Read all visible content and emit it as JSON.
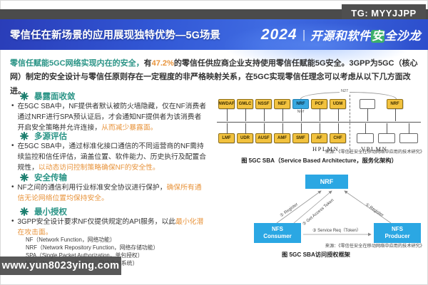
{
  "badge": {
    "label": "TG: MYYJJPP"
  },
  "header": {
    "title": "零信任在新场景的应用展现独特优势—5G场景",
    "logo": {
      "year": "2024",
      "divider": "|",
      "part1": "开源和软件",
      "part2": "安",
      "part3": "全沙龙"
    },
    "accent_green": "#3cb06a",
    "bar_blue": "#3156d4"
  },
  "intro": {
    "lead": "零信任赋能5GC网络实现内在的安全，",
    "mid": "有",
    "stat": "47.2%",
    "rest": "的零信任供应商企业支持使用零信任赋能5G安全。3GPP为5GC（核心网）制定的安全设计与零信任原则存在一定程度的非严格映射关系，在5GC实现零信任理念可以考虑从以下几方面改进。"
  },
  "sections": [
    {
      "icon": "asterisk-star-icon",
      "title": "暴露面收敛",
      "body": "在5GC SBA中，NF提供者默认被防火墙隐藏，仅在NF消费者通过NRF进行SPA预认证后，才会通知NF提供者为该消费者开启安全策略并允许连接，",
      "highlight": "从而减少暴露面。"
    },
    {
      "icon": "asterisk-star-icon",
      "title": "多源评估",
      "body": "在5GC SBA中，通过标准化接口通信的不同运营商的NF需持续监控和信任评估，涵盖位置、软件能力、历史执行及配置合规性，",
      "highlight": "以动态访问控制策略确保NF的安全性。"
    },
    {
      "icon": "asterisk-star-icon",
      "title": "安全传输",
      "body": "NF之间的通信利用行业标准安全协议进行保护，",
      "highlight": "确保所有通信无论网络位置均保持安全。"
    },
    {
      "icon": "asterisk-star-icon",
      "title": "最小授权",
      "body": "3GPP安全设计要求NF仅提供规定的API服务，以此",
      "highlight": "最小化潜在攻击面。"
    }
  ],
  "footnotes": [
    "NF（Network Function，网络功能）",
    "NRF（Network Repository Function，网络存储功能）",
    "SPA（Single Packet Authorization，单包授权）",
    "NFS（Network File System，网络文件系统）"
  ],
  "watermark": {
    "text": "www.yun8023ying.com"
  },
  "diagrams": {
    "sba": {
      "top_row": [
        "NWDAF",
        "GMLC",
        "NSSF",
        "NEF",
        "NRF",
        "PCF",
        "UDM"
      ],
      "bottom_row": [
        "LMF",
        "UDR",
        "AUSF",
        "AMF",
        "SMF",
        "AF",
        "CHF"
      ],
      "vplmn_nrf": "NRF",
      "n27": "N27",
      "nnrf": "Nnrf",
      "hplmn": "HPLMN",
      "vplmn": "VPLMN",
      "source": "来源：《零信任安全在移动网络中应用的技术研究》",
      "caption": "图 5GC SBA（Service Based Architecture，服务化架构）",
      "node_yellow": "#f2c23e",
      "node_blue": "#38a8e0"
    },
    "auth": {
      "nrf": "NRF",
      "consumer_line1": "NFS",
      "consumer_line2": "Consumer",
      "producer_line1": "NFS",
      "producer_line2": "Producer",
      "label_register_left": "① Register",
      "label_token": "② Get Access Token",
      "label_register_right": "① Register",
      "label_service": "③ Service Req（Token）",
      "source": "来源：《零信任安全在移动网络中应用的技术研究》",
      "caption": "图 5GC SBA访问授权框架",
      "box_blue": "#2ba7e3"
    }
  }
}
